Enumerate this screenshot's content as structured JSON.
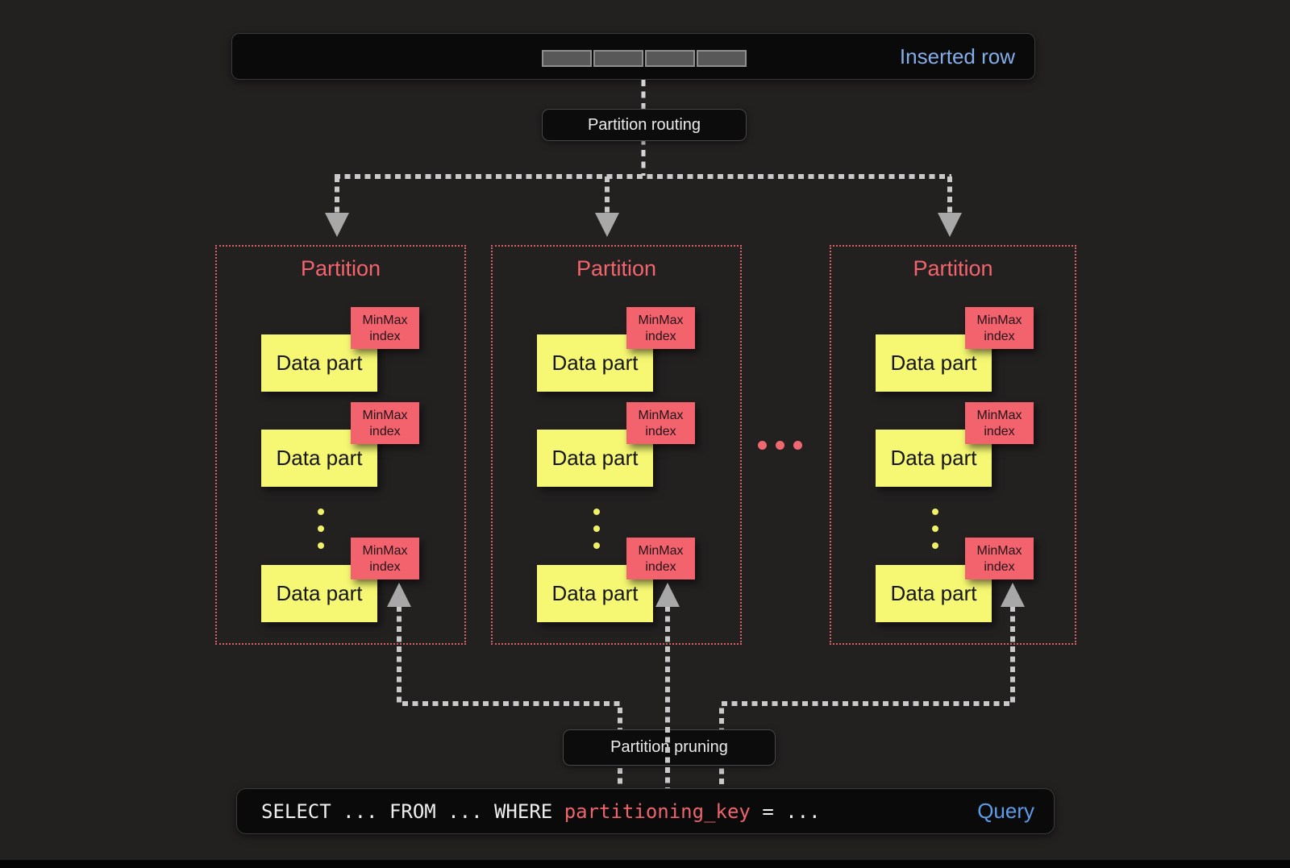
{
  "diagram": {
    "inserted_row": {
      "label": "Inserted row",
      "cell_count": 4
    },
    "routing_label": "Partition routing",
    "pruning_label": "Partition pruning",
    "gap_dot_count": 3,
    "ellipsis_dot_count": 3,
    "partitions": [
      {
        "title": "Partition",
        "parts": [
          {
            "label": "Data part",
            "tag": "MinMax index"
          },
          {
            "label": "Data part",
            "tag": "MinMax index"
          },
          {
            "label": "Data part",
            "tag": "MinMax index"
          }
        ]
      },
      {
        "title": "Partition",
        "parts": [
          {
            "label": "Data part",
            "tag": "MinMax index"
          },
          {
            "label": "Data part",
            "tag": "MinMax index"
          },
          {
            "label": "Data part",
            "tag": "MinMax index"
          }
        ]
      },
      {
        "title": "Partition",
        "parts": [
          {
            "label": "Data part",
            "tag": "MinMax index"
          },
          {
            "label": "Data part",
            "tag": "MinMax index"
          },
          {
            "label": "Data part",
            "tag": "MinMax index"
          }
        ]
      }
    ],
    "query": {
      "sql_prefix": "SELECT ... FROM ... WHERE ",
      "sql_key": "partitioning_key",
      "sql_suffix": " = ...",
      "label": "Query"
    },
    "colors": {
      "background": "#232020",
      "box_background": "#0a0a0a",
      "inserted_label_blue": "#84aeea",
      "query_label_blue": "#5e9ce9",
      "sql_key_red": "#ee646c",
      "partition_border_red": "#d85f67",
      "partition_title_red": "#f2656e",
      "data_part_yellow": "#f6f873",
      "minmax_red": "#f2636e",
      "dashed_line_gray": "#c9c9c9",
      "arrow_gray": "#a8a8a8",
      "row_cell_gray": "#585858"
    }
  }
}
